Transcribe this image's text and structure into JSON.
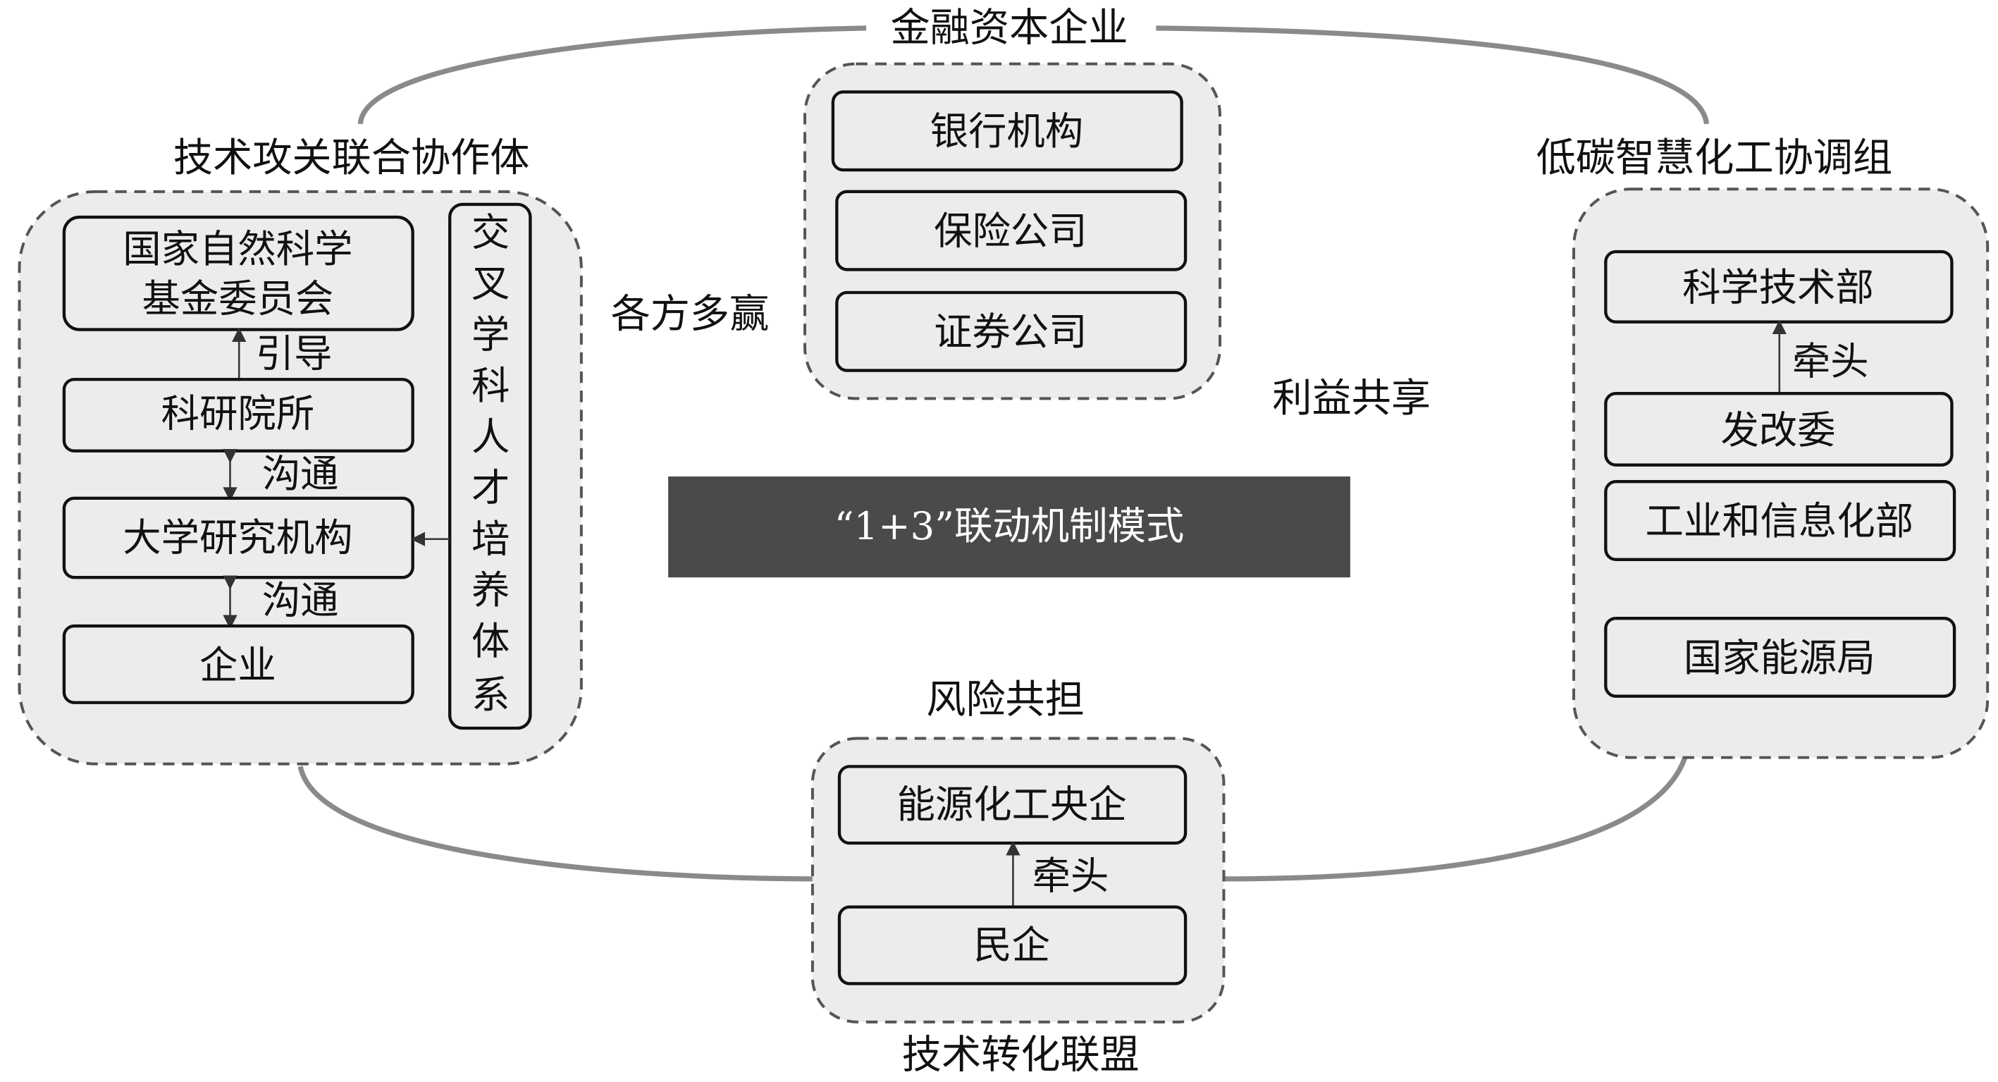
{
  "center_title": "“1+3”联动机制模式",
  "relations": {
    "win_win": "各方多赢",
    "benefit_sharing": "利益共享",
    "risk_sharing": "风险共担"
  },
  "groups": {
    "finance": {
      "title": "金融资本企业",
      "items": [
        "银行机构",
        "保险公司",
        "证券公司"
      ]
    },
    "tech_collab": {
      "title": "技术攻关联合协作体",
      "nsfc_line1": "国家自然科学",
      "nsfc_line2": "基金委员会",
      "institutes": "科研院所",
      "universities": "大学研究机构",
      "enterprises": "企业",
      "guide_label": "引导",
      "communicate_label_1": "沟通",
      "communicate_label_2": "沟通",
      "talent_system": [
        "交",
        "叉",
        "学",
        "科",
        "人",
        "才",
        "培",
        "养",
        "体",
        "系"
      ]
    },
    "low_carbon": {
      "title": "低碳智慧化工协调组",
      "most": "科学技术部",
      "lead_label": "牵头",
      "ndrc": "发改委",
      "miit": "工业和信息化部",
      "nea": "国家能源局"
    },
    "tech_transfer": {
      "title": "技术转化联盟",
      "soe": "能源化工央企",
      "lead_label": "牵头",
      "private": "民企"
    }
  }
}
